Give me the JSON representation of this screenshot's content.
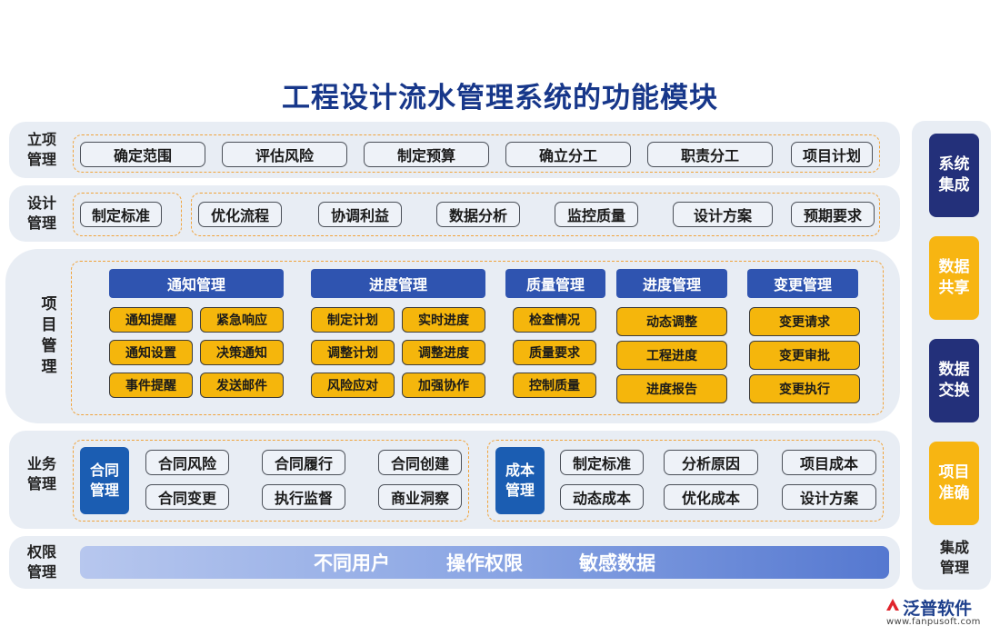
{
  "title": "工程设计流水管理系统的功能模块",
  "rows": {
    "lixiang": {
      "label": "立项\n管理",
      "items": [
        "确定范围",
        "评估风险",
        "制定预算",
        "确立分工",
        "职责分工",
        "项目计划"
      ]
    },
    "sheji": {
      "label": "设计\n管理",
      "first": "制定标准",
      "items": [
        "优化流程",
        "协调利益",
        "数据分析",
        "监控质量",
        "设计方案",
        "预期要求"
      ]
    },
    "xiangmu": {
      "label": "项\n目\n管\n理",
      "groups": [
        {
          "header": "通知管理",
          "items": [
            "通知提醒",
            "紧急响应",
            "通知设置",
            "决策通知",
            "事件提醒",
            "发送邮件"
          ]
        },
        {
          "header": "进度管理",
          "items": [
            "制定计划",
            "实时进度",
            "调整计划",
            "调整进度",
            "风险应对",
            "加强协作"
          ]
        },
        {
          "header": "质量管理",
          "items": [
            "检查情况",
            "质量要求",
            "控制质量"
          ]
        },
        {
          "header": "进度管理",
          "items": [
            "动态调整",
            "工程进度",
            "进度报告"
          ]
        },
        {
          "header": "变更管理",
          "items": [
            "变更请求",
            "变更审批",
            "变更执行"
          ]
        }
      ]
    },
    "yewu": {
      "label": "业务\n管理",
      "contract": {
        "tile": "合同\n管理",
        "items": [
          "合同风险",
          "合同履行",
          "合同创建",
          "合同变更",
          "执行监督",
          "商业洞察"
        ]
      },
      "cost": {
        "tile": "成本\n管理",
        "items": [
          "制定标准",
          "分析原因",
          "项目成本",
          "动态成本",
          "优化成本",
          "设计方案"
        ]
      }
    },
    "quanxian": {
      "label": "权限\n管理",
      "items": [
        "不同用户",
        "操作权限",
        "敏感数据"
      ]
    }
  },
  "right_panel": {
    "tiles": [
      "系统\n集成",
      "数据\n共享",
      "数据\n交换",
      "项目\n准确"
    ],
    "caption": "集成\n管理"
  },
  "logo": {
    "name": "泛普软件",
    "url": "www.fanpusoft.com"
  },
  "colors": {
    "title": "#17378a",
    "header_blue": "#2f54b0",
    "tile_blue": "#1b5db2",
    "yellow": "#f5b60c",
    "navy": "#23307a",
    "dash": "#f0a33b",
    "band": "#e8edf4"
  }
}
